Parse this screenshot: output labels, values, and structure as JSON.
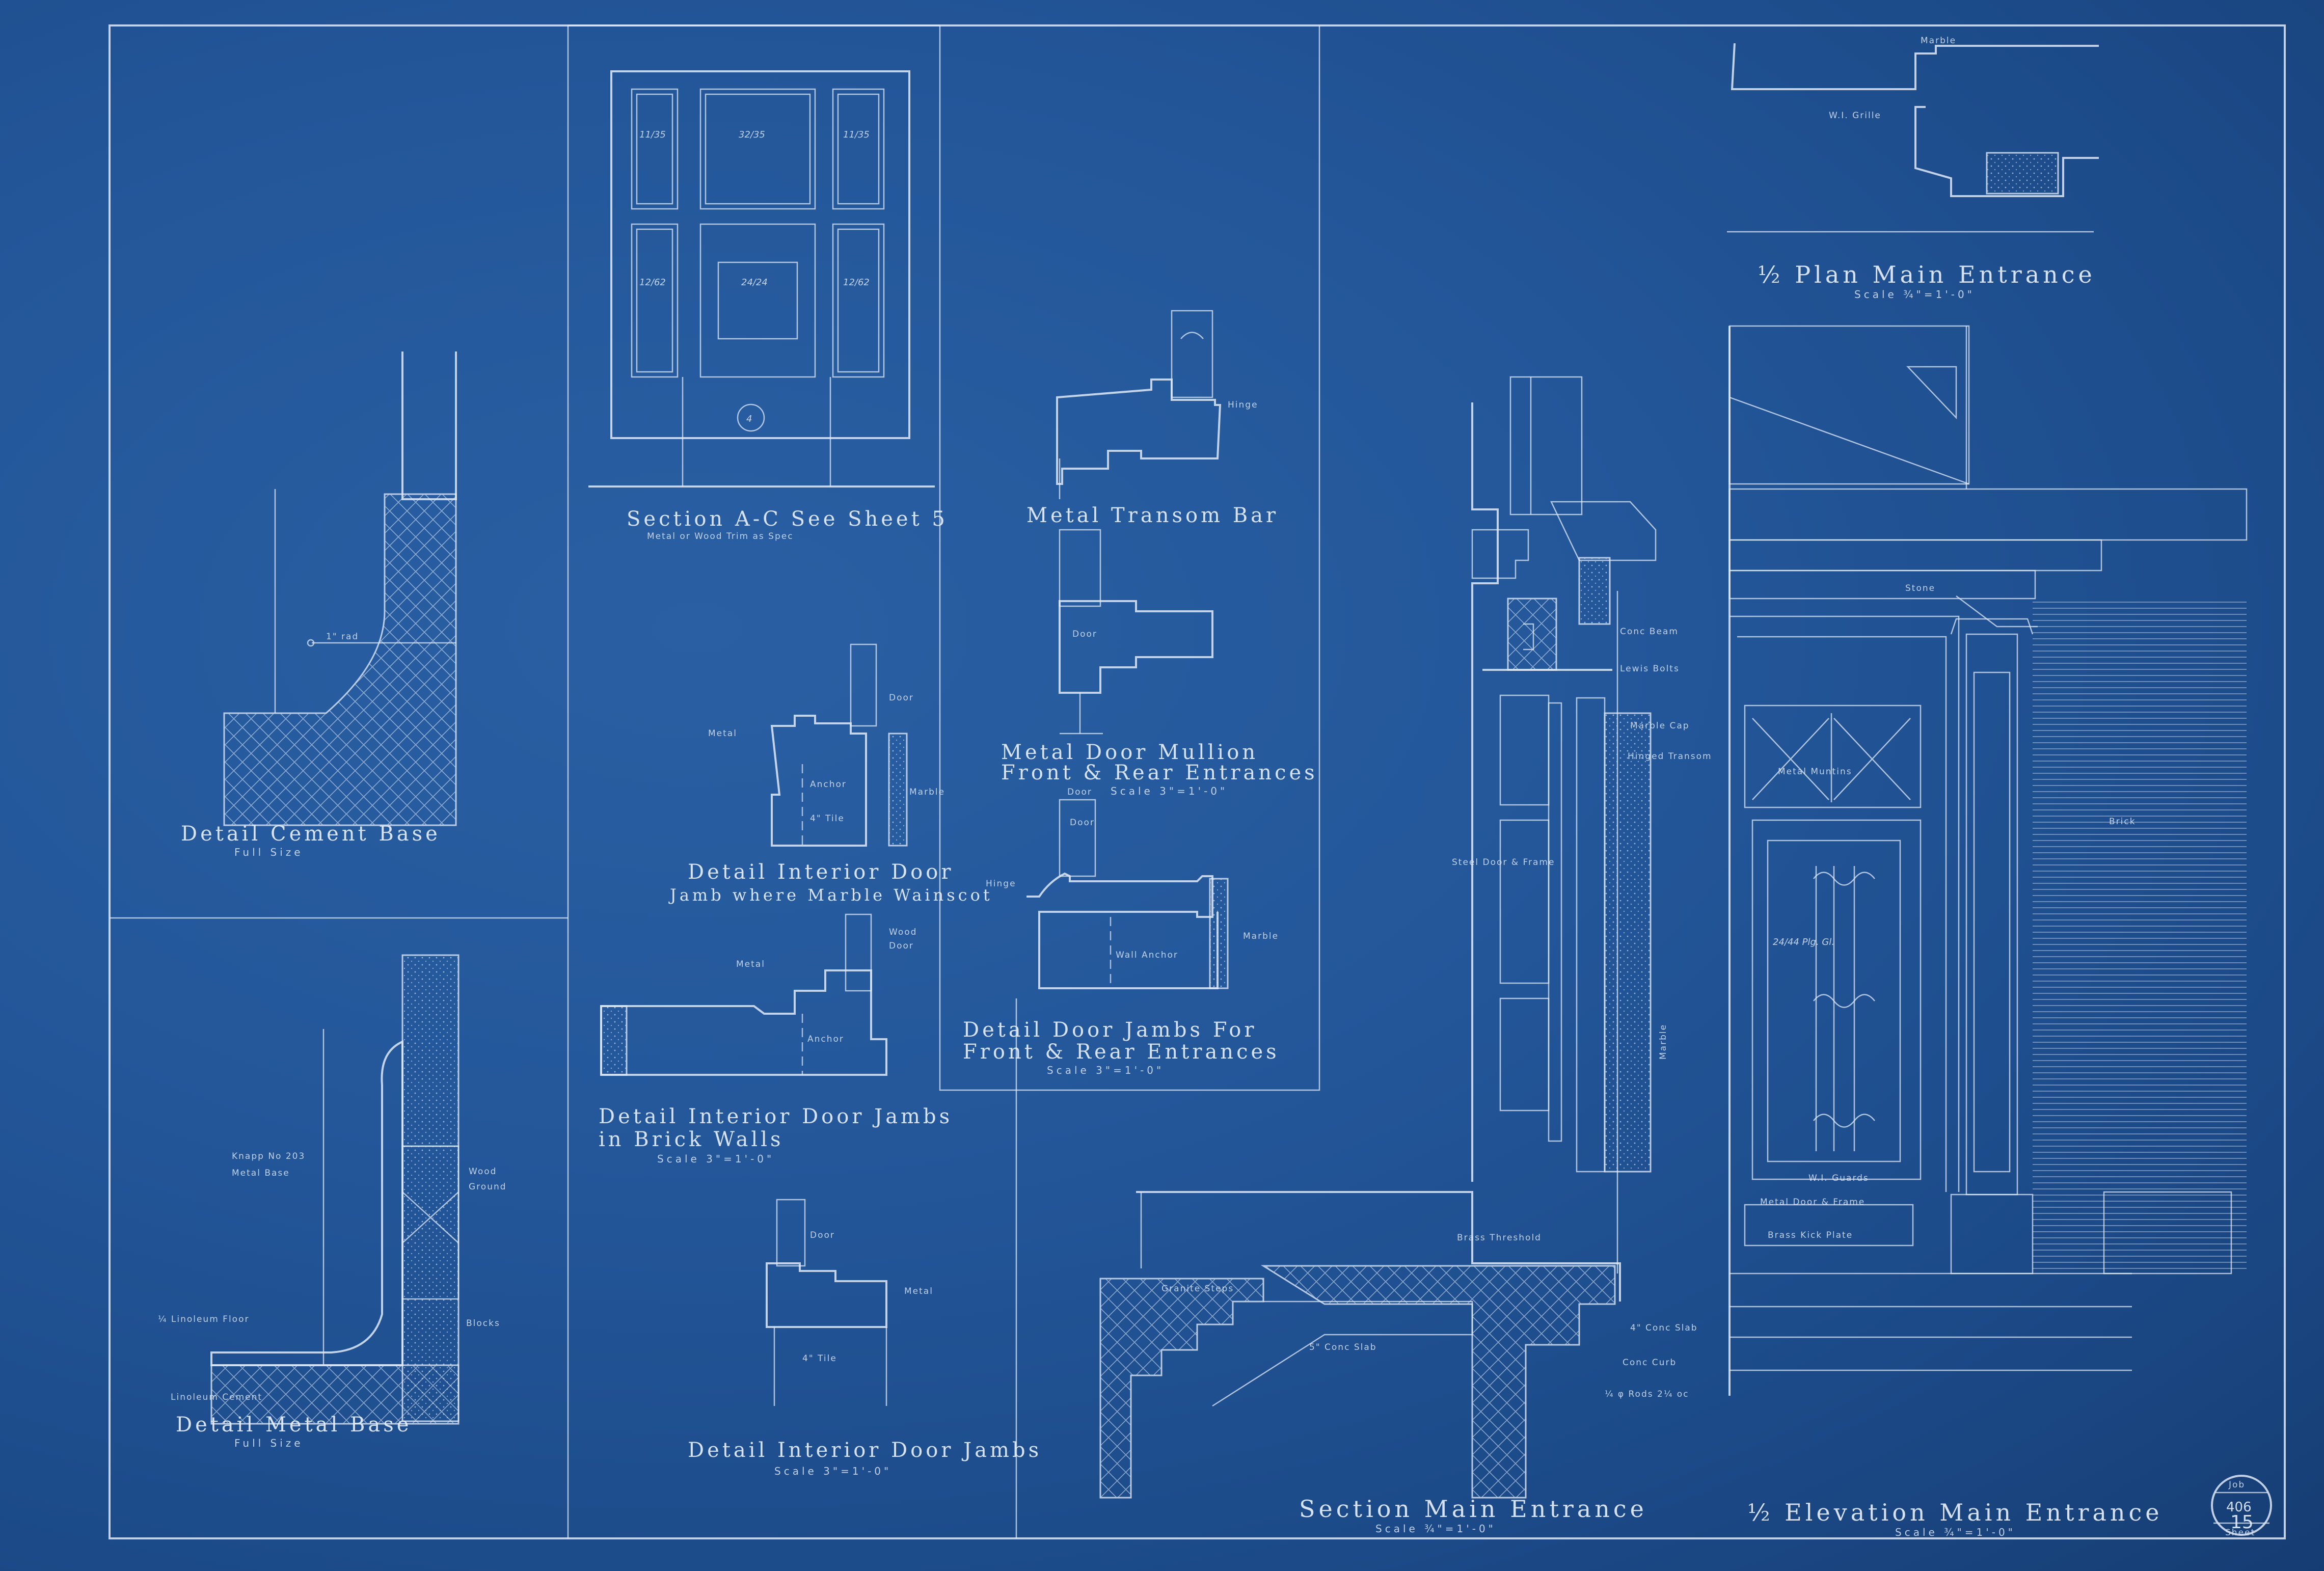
{
  "drawings": {
    "cement_base": {
      "title": "Detail Cement Base",
      "scale": "Full Size",
      "note": "1\" rad"
    },
    "metal_base": {
      "title": "Detail Metal Base",
      "scale": "Full Size",
      "notes": [
        "Knapp No 203",
        "Metal Base",
        "Wood",
        "Ground",
        "¼ Linoleum Floor",
        "Blocks",
        "Linoleum Cement"
      ]
    },
    "section_ac": {
      "title": "Section A-C See Sheet 5",
      "note": "Metal or Wood Trim as Spec",
      "door_number": "4",
      "panel_labels": [
        "11/35",
        "32/35",
        "11/35",
        "12/62",
        "24/24",
        "12/62"
      ]
    },
    "interior_door_marble": {
      "title_line1": "Detail Interior Door",
      "title_line2": "Jamb where Marble Wainscot",
      "notes": [
        "Door",
        "Metal",
        "Anchor",
        "Marble",
        "4\" Tile"
      ]
    },
    "interior_door_brick": {
      "title_line1": "Detail Interior Door Jambs",
      "title_line2": "in Brick Walls",
      "scale": "Scale 3\"=1'-0\"",
      "notes": [
        "Metal",
        "Wood",
        "Door",
        "Anchor"
      ]
    },
    "interior_door_jambs": {
      "title": "Detail Interior Door Jambs",
      "scale": "Scale 3\"=1'-0\"",
      "notes": [
        "Door",
        "Metal",
        "4\" Tile"
      ]
    },
    "transom_bar": {
      "title": "Metal Transom Bar",
      "notes": [
        "Hinge",
        "Door"
      ]
    },
    "door_mullion": {
      "title_line1": "Metal Door Mullion",
      "title_line2": "Front & Rear Entrances",
      "scale": "Scale 3\"=1'-0\"",
      "notes": [
        "Door"
      ]
    },
    "door_jambs_front": {
      "title_line1": "Detail Door Jambs For",
      "title_line2": "Front & Rear Entrances",
      "scale": "Scale 3\"=1'-0\"",
      "notes": [
        "Hinge",
        "Wall Anchor",
        "Marble",
        "Door"
      ]
    },
    "section_main": {
      "title": "Section Main Entrance",
      "scale": "Scale ¾\"=1'-0\"",
      "notes": [
        "Conc Beam",
        "Lewis Bolts",
        "Marble Cap",
        "Hinged Transom",
        "Steel Door & Frame",
        "Marble",
        "Brass Threshold",
        "Granite Steps",
        "5\" Conc Slab",
        "4\" Conc Slab",
        "Conc Curb",
        "¼ φ Rods 2¼ oc"
      ]
    },
    "plan_main": {
      "title": "½ Plan Main Entrance",
      "scale": "Scale ¾\"=1'-0\"",
      "notes": [
        "Marble",
        "W.I. Grille"
      ]
    },
    "elevation_main": {
      "title": "½ Elevation Main Entrance",
      "scale": "Scale ¾\"=1'-0\"",
      "notes": [
        "Stone",
        "Metal Muntins",
        "Brick",
        "W.I. Guards",
        "Metal Door & Frame",
        "Brass Kick Plate",
        "24/44 Plg. Gl."
      ]
    }
  },
  "title_block": {
    "job_label": "Job",
    "job_number": "406",
    "sheet_number": "15",
    "sheet_label": "Sheet"
  },
  "colors": {
    "paper": "#1f4f8e",
    "line": "#dfe9f7"
  }
}
